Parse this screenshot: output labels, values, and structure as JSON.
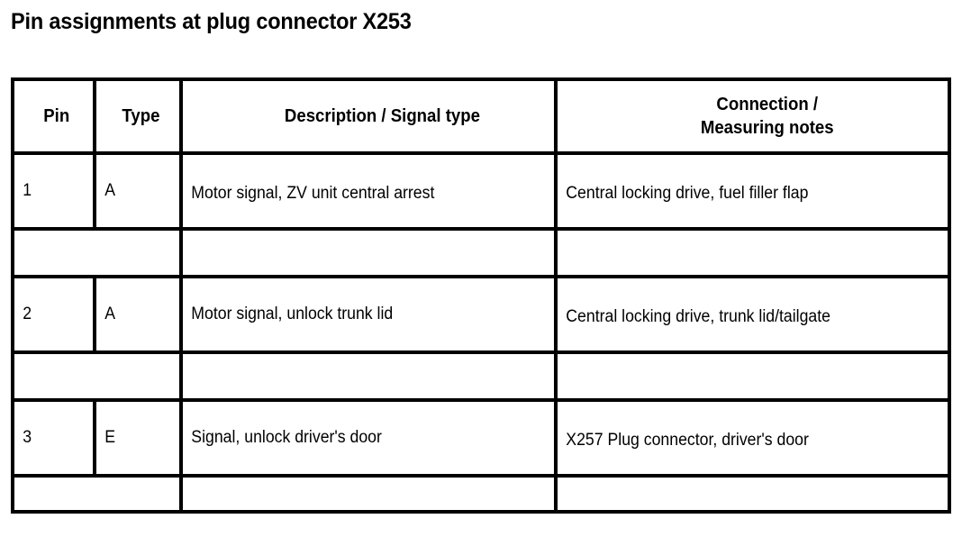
{
  "document": {
    "title": "Pin assignments at plug connector X253"
  },
  "table": {
    "columns": [
      {
        "key": "pin",
        "label": "Pin"
      },
      {
        "key": "type",
        "label": "Type"
      },
      {
        "key": "desc",
        "label": "Description / Signal type"
      },
      {
        "key": "conn",
        "label_line1": "Connection /",
        "label_line2": "Measuring notes"
      }
    ],
    "rows": [
      {
        "kind": "data",
        "pin": "1",
        "type": "A",
        "desc": "Motor signal, ZV unit central arrest",
        "conn": "Central locking drive, fuel filler flap"
      },
      {
        "kind": "spacer",
        "pin": "",
        "type": "",
        "desc": "",
        "conn": ""
      },
      {
        "kind": "data",
        "pin": "2",
        "type": "A",
        "desc": "Motor signal, unlock trunk lid",
        "conn": "Central locking drive, trunk lid/tailgate"
      },
      {
        "kind": "spacer",
        "pin": "",
        "type": "",
        "desc": "",
        "conn": ""
      },
      {
        "kind": "data",
        "pin": "3",
        "type": "E",
        "desc": "Signal, unlock driver's door",
        "conn": "X257 Plug connector, driver's door"
      },
      {
        "kind": "partial",
        "pin": "",
        "type": "",
        "desc": "",
        "conn": ""
      }
    ]
  },
  "colors": {
    "background": "#ffffff",
    "text": "#000000",
    "border": "#000000"
  }
}
